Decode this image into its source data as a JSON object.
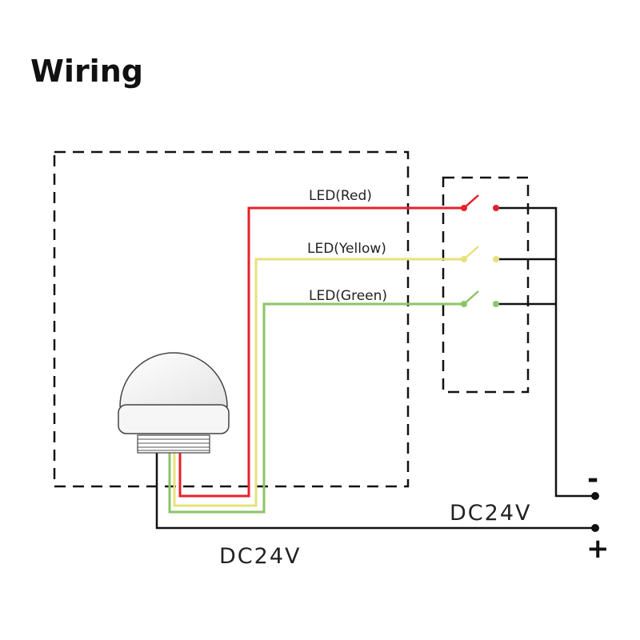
{
  "title": "Wiring",
  "labels": {
    "led_red": "LED(Red)",
    "led_yellow": "LED(Yellow)",
    "led_green": "LED(Green)",
    "dc_top": "DC24V",
    "dc_bottom": "DC24V",
    "minus": "-",
    "plus": "+"
  },
  "colors": {
    "red": "#e8202a",
    "yellow": "#e6e27a",
    "green": "#8cc468",
    "black": "#111111"
  }
}
